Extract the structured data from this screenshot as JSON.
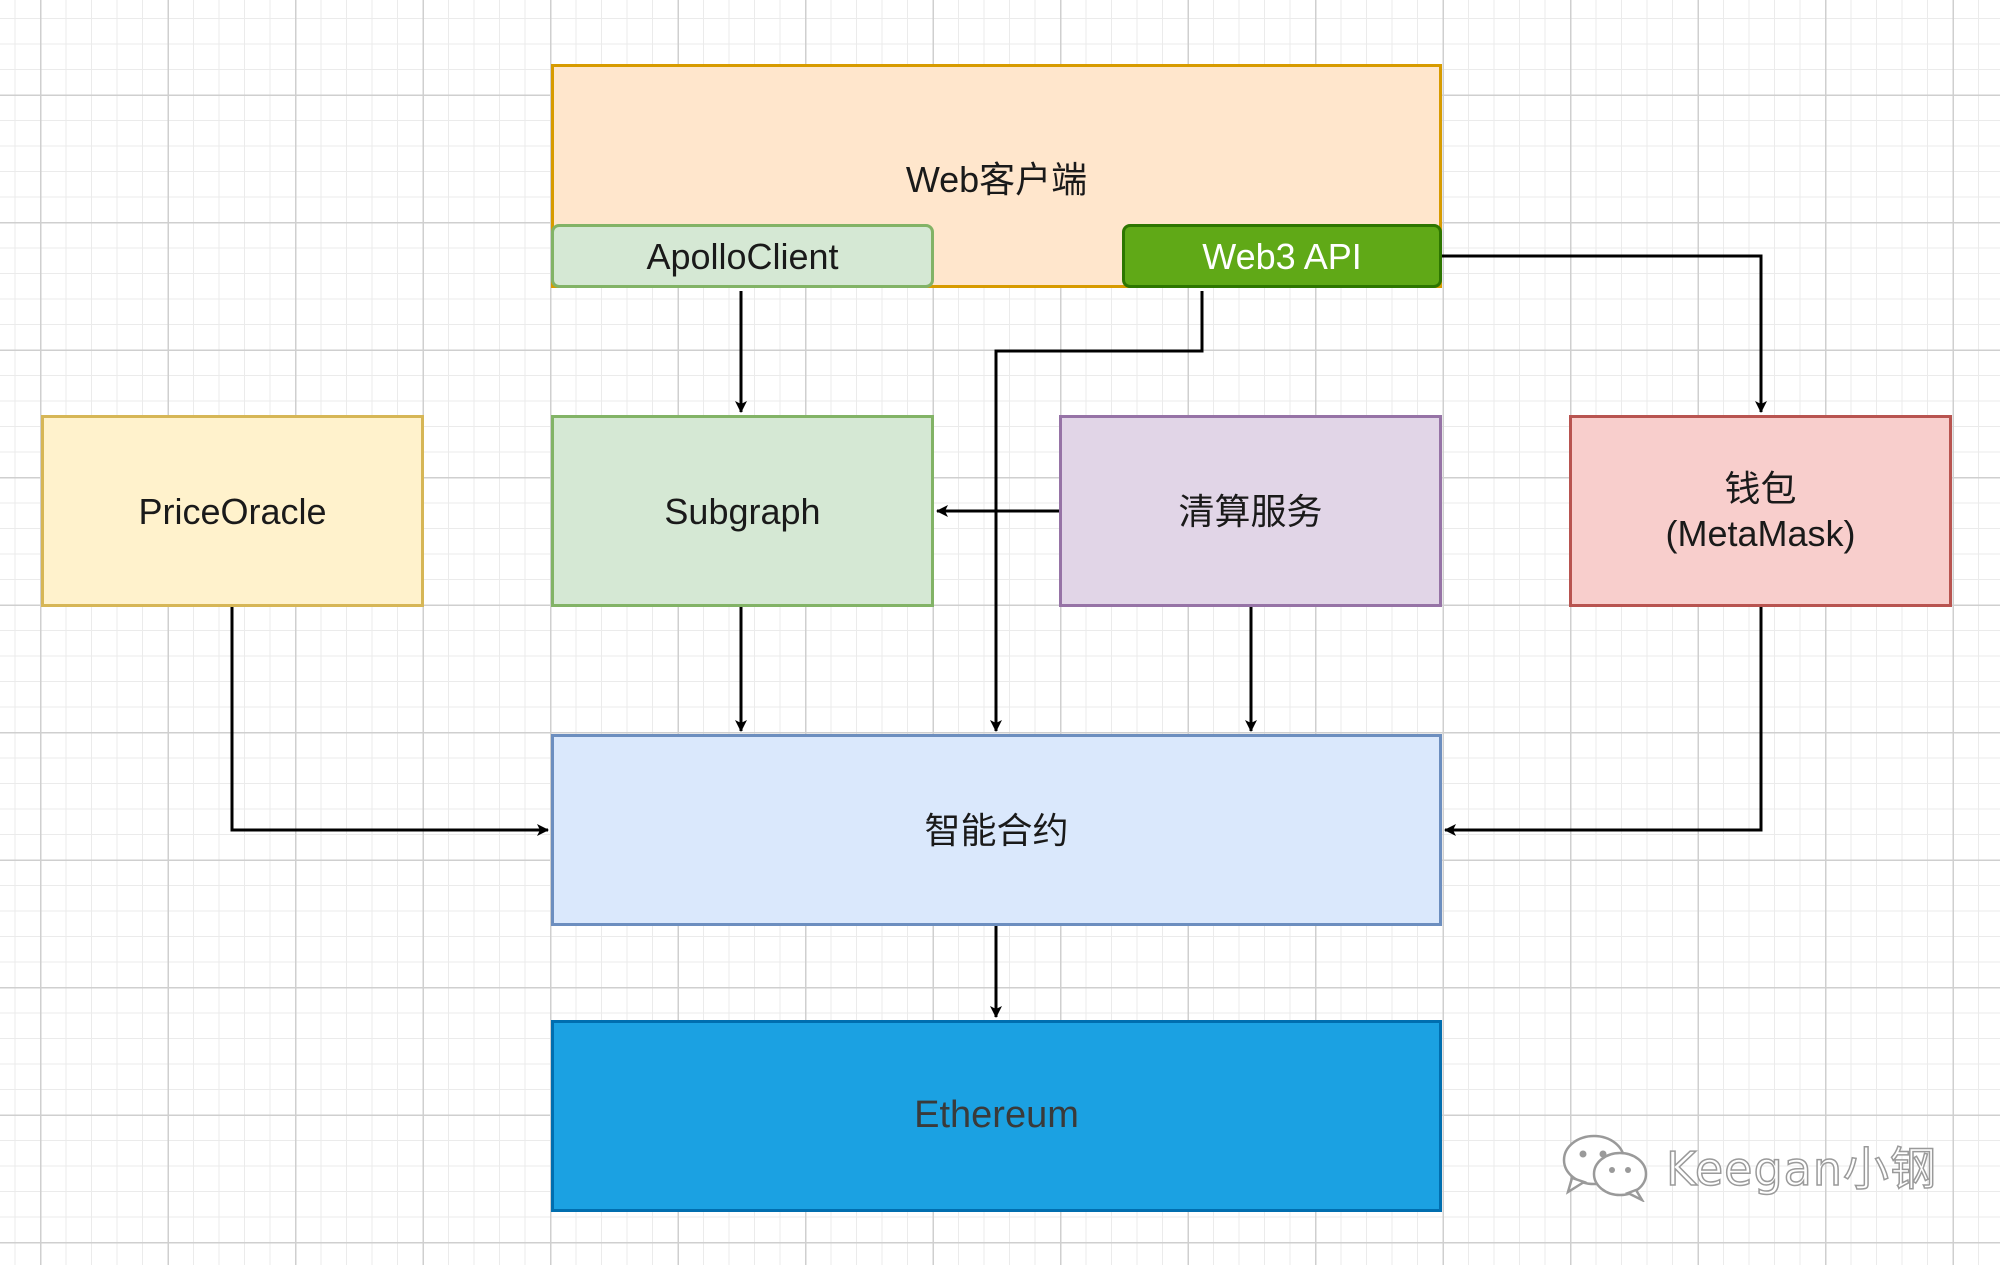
{
  "nodes": {
    "web_client": "Web客户端",
    "apollo_client": "ApolloClient",
    "web3_api": "Web3 API",
    "price_oracle": "PriceOracle",
    "subgraph": "Subgraph",
    "clearing_service": "清算服务",
    "wallet": "钱包\n(MetaMask)",
    "smart_contract": "智能合约",
    "ethereum": "Ethereum"
  },
  "watermark": {
    "text": "Keegan小钢",
    "icon": "wechat-icon"
  },
  "colors": {
    "web_client_fill": "#ffe6cc",
    "web_client_stroke": "#d79b00",
    "green_fill": "#d5e8d4",
    "green_stroke": "#82b366",
    "web3_fill": "#60a917",
    "yellow_fill": "#fff2cc",
    "purple_fill": "#e1d5e7",
    "red_fill": "#f8cecc",
    "blue_fill": "#dae8fc",
    "ethereum_fill": "#1ba1e2",
    "edge": "#000000"
  }
}
